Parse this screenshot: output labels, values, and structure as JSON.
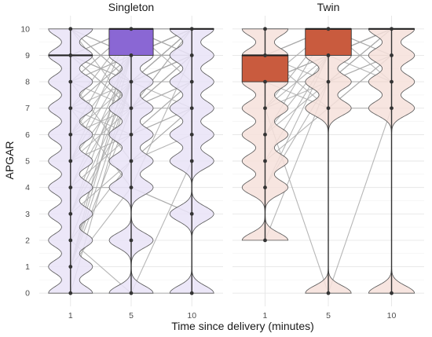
{
  "chart_data": {
    "type": "violin-box-paired",
    "xlabel": "Time since delivery (minutes)",
    "ylabel": "APGAR",
    "categories": [
      "1",
      "5",
      "10"
    ],
    "y_ticks": [
      0,
      1,
      2,
      3,
      4,
      5,
      6,
      7,
      8,
      9,
      10
    ],
    "ylim": [
      -0.5,
      10.5
    ],
    "grid": true,
    "panels": [
      {
        "title": "Singleton",
        "color": "#8a67d4",
        "violin_fill": "#e9e3f7",
        "points": {
          "1": [
            0,
            1,
            2,
            3,
            4,
            5,
            6,
            7,
            8,
            9,
            10
          ],
          "5": [
            0,
            2,
            4,
            5,
            6,
            7,
            8,
            9,
            10
          ],
          "10": [
            0,
            3,
            5,
            6,
            7,
            8,
            9,
            10
          ]
        },
        "boxes": [
          {
            "category": "1",
            "q1": 9,
            "median": 9,
            "q3": 9
          },
          {
            "category": "5",
            "q1": 9,
            "median": 10,
            "q3": 10
          },
          {
            "category": "10",
            "q1": 10,
            "median": 10,
            "q3": 10
          }
        ],
        "paths": [
          [
            0,
            0,
            0
          ],
          [
            1,
            4,
            3
          ],
          [
            1,
            7,
            10
          ],
          [
            1,
            8,
            9
          ],
          [
            1,
            9,
            10
          ],
          [
            2,
            5,
            7
          ],
          [
            2,
            8,
            10
          ],
          [
            3,
            7,
            9
          ],
          [
            3,
            9,
            10
          ],
          [
            3,
            5,
            6
          ],
          [
            4,
            6,
            8
          ],
          [
            4,
            9,
            10
          ],
          [
            4,
            8,
            9
          ],
          [
            4,
            4,
            3
          ],
          [
            5,
            7,
            9
          ],
          [
            5,
            9,
            10
          ],
          [
            5,
            6,
            8
          ],
          [
            5,
            8,
            9
          ],
          [
            6,
            8,
            9
          ],
          [
            6,
            9,
            10
          ],
          [
            6,
            6,
            7
          ],
          [
            6,
            7,
            8
          ],
          [
            7,
            9,
            10
          ],
          [
            7,
            8,
            9
          ],
          [
            7,
            9,
            9
          ],
          [
            7,
            10,
            10
          ],
          [
            7,
            7,
            8
          ],
          [
            7,
            6,
            7
          ],
          [
            8,
            9,
            10
          ],
          [
            8,
            9,
            9
          ],
          [
            8,
            10,
            10
          ],
          [
            8,
            8,
            9
          ],
          [
            8,
            7,
            10
          ],
          [
            8,
            10,
            9
          ],
          [
            9,
            9,
            9
          ],
          [
            9,
            10,
            10
          ],
          [
            9,
            10,
            9
          ],
          [
            9,
            9,
            10
          ],
          [
            9,
            8,
            8
          ],
          [
            9,
            8,
            9
          ],
          [
            9,
            7,
            9
          ],
          [
            9,
            10,
            8
          ],
          [
            9,
            8,
            10
          ],
          [
            10,
            10,
            10
          ],
          [
            10,
            10,
            9
          ],
          [
            10,
            8,
            10
          ],
          [
            10,
            9,
            9
          ],
          [
            10,
            7,
            9
          ],
          [
            10,
            9,
            10
          ],
          [
            2,
            0,
            5
          ],
          [
            0,
            8,
            10
          ],
          [
            10,
            8,
            7
          ],
          [
            9,
            7,
            7
          ],
          [
            6,
            10,
            10
          ],
          [
            5,
            10,
            10
          ],
          [
            3,
            8,
            10
          ],
          [
            1,
            10,
            10
          ],
          [
            8,
            5,
            7
          ],
          [
            7,
            4,
            9
          ]
        ]
      },
      {
        "title": "Twin",
        "color": "#c95b3e",
        "violin_fill": "#f6e0da",
        "points": {
          "1": [
            2,
            4,
            5,
            6,
            7,
            8,
            9,
            10
          ],
          "5": [
            0,
            7,
            8,
            9,
            10
          ],
          "10": [
            0,
            7,
            8,
            9,
            10
          ]
        },
        "boxes": [
          {
            "category": "1",
            "q1": 8,
            "median": 9,
            "q3": 9
          },
          {
            "category": "5",
            "q1": 9,
            "median": 10,
            "q3": 10
          },
          {
            "category": "10",
            "q1": 10,
            "median": 10,
            "q3": 10
          }
        ],
        "paths": [
          [
            2,
            8,
            10
          ],
          [
            4,
            8,
            10
          ],
          [
            5,
            7,
            9
          ],
          [
            6,
            9,
            10
          ],
          [
            4,
            9,
            10
          ],
          [
            5,
            9,
            10
          ],
          [
            6,
            8,
            9
          ],
          [
            7,
            9,
            10
          ],
          [
            7,
            10,
            10
          ],
          [
            7,
            0,
            7
          ],
          [
            8,
            9,
            10
          ],
          [
            8,
            10,
            10
          ],
          [
            8,
            9,
            9
          ],
          [
            8,
            8,
            8
          ],
          [
            8,
            7,
            9
          ],
          [
            9,
            9,
            10
          ],
          [
            9,
            10,
            10
          ],
          [
            9,
            10,
            9
          ],
          [
            9,
            8,
            10
          ],
          [
            9,
            7,
            7
          ],
          [
            10,
            10,
            10
          ],
          [
            10,
            10,
            9
          ],
          [
            9,
            10,
            8
          ],
          [
            7,
            8,
            9
          ],
          [
            6,
            10,
            10
          ],
          [
            8,
            9,
            8
          ]
        ]
      }
    ]
  }
}
